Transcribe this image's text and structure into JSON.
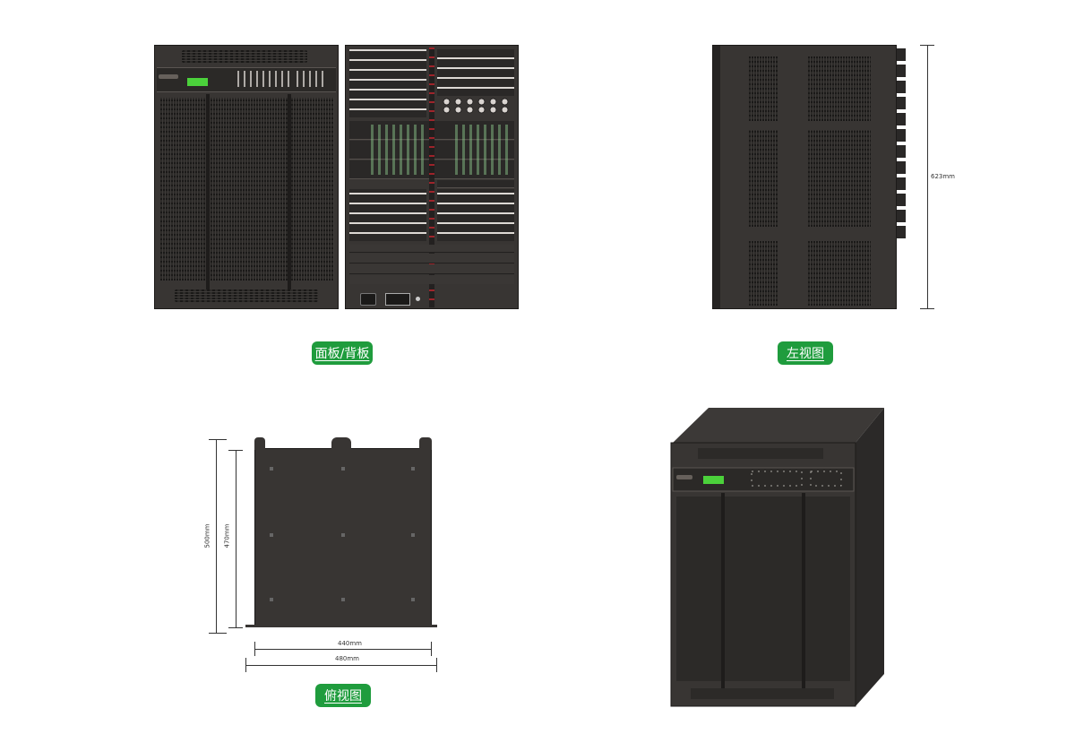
{
  "labels": {
    "front_back": "面板/背板",
    "left_view": "左视图",
    "top_view": "俯视图"
  },
  "dimensions": {
    "height": "623mm",
    "depth_outer": "500mm",
    "depth_inner": "470mm",
    "width_inner": "440mm",
    "width_outer": "480mm"
  },
  "colors": {
    "chassis": "#383533",
    "label_bg": "#1f9c3d",
    "label_text": "#ffffff",
    "lcd": "#4bd13b",
    "connector_red": "#b0222a"
  }
}
